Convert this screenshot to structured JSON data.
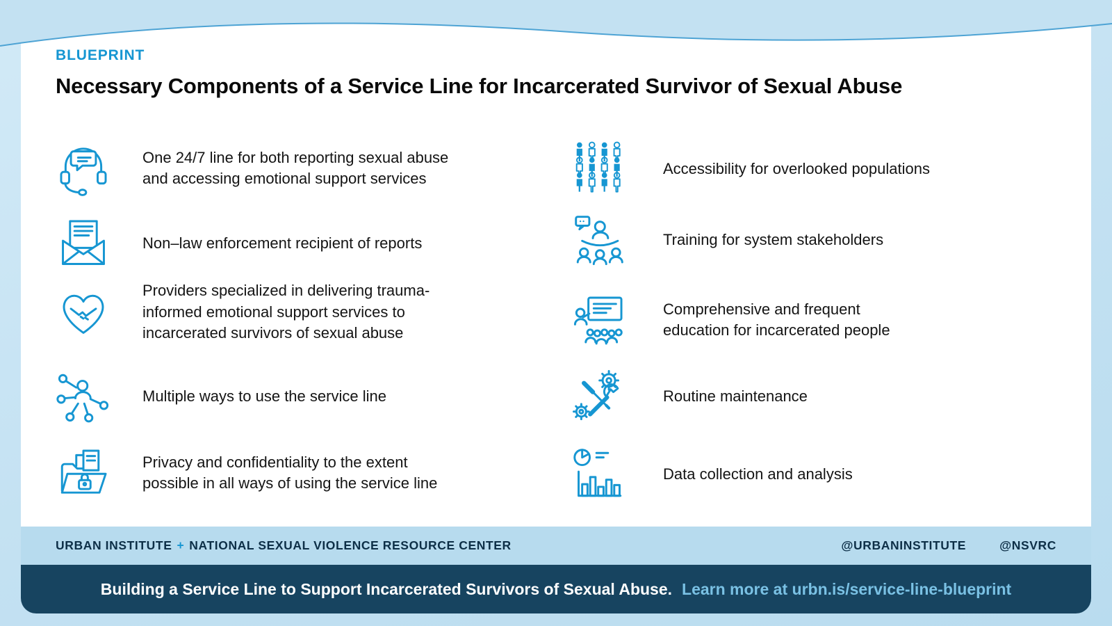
{
  "header": {
    "eyebrow": "BLUEPRINT",
    "title": "Necessary Components of a Service Line for Incarcerated Survivor of Sexual Abuse"
  },
  "items": {
    "left": [
      {
        "icon": "headset-chat",
        "text": "One 24/7 line for both reporting sexual abuse\nand accessing emotional support services"
      },
      {
        "icon": "envelope-report",
        "text": "Non–law enforcement recipient of reports"
      },
      {
        "icon": "heart-handshake",
        "text": "Providers specialized in delivering trauma-\ninformed emotional support services to\nincarcerated survivors of sexual abuse"
      },
      {
        "icon": "network-people",
        "text": "Multiple ways to use the service line"
      },
      {
        "icon": "folder-lock",
        "text": "Privacy and confidentiality to the extent\npossible in all ways of using the service line"
      }
    ],
    "right": [
      {
        "icon": "crowd-people",
        "text": "Accessibility for overlooked populations"
      },
      {
        "icon": "trainer-audience",
        "text": "Training for system stakeholders"
      },
      {
        "icon": "presentation-education",
        "text": "Comprehensive and frequent\neducation for incarcerated people"
      },
      {
        "icon": "tools-gears",
        "text": "Routine maintenance"
      },
      {
        "icon": "data-charts",
        "text": "Data collection and analysis"
      }
    ]
  },
  "footer": {
    "org_a": "URBAN INSTITUTE",
    "plus": "+",
    "org_b": "NATIONAL SEXUAL VIOLENCE RESOURCE CENTER",
    "handle_a": "@URBANINSTITUTE",
    "handle_b": "@NSVRC"
  },
  "bottom": {
    "statement": "Building a Service Line to Support Incarcerated Survivors of Sexual Abuse.",
    "link": "Learn more at urbn.is/service-line-blueprint"
  },
  "colors": {
    "accent": "#1696d2",
    "page_bg": "#c3e1f2",
    "band": "#b7dbee",
    "dark_bar": "#174460",
    "link_light": "#7ac1e4"
  }
}
